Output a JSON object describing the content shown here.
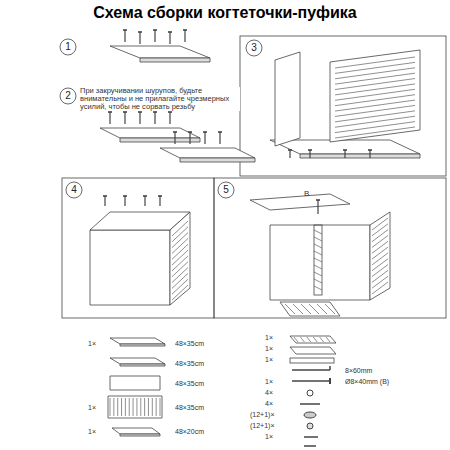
{
  "diagram": {
    "title": "Схема сборки когтеточки-пуфика",
    "nodes": [
      {
        "text": [
          "1"
        ]
      },
      {
        "text": [
          "2"
        ]
      },
      {
        "text": [
          "3"
        ]
      },
      {
        "text": [
          "4"
        ]
      },
      {
        "text": [
          "5"
        ]
      }
    ],
    "labels": [
      "При закручивании шурупов, будьте внимательны и не прилагайте чрезмерных усилий, чтобы не сорвать резьбу",
      "B",
      "1×",
      "48×35cm",
      "48×35cm",
      "48×35cm",
      "1×",
      "48×35cm",
      "1×",
      "48×20cm",
      "1×",
      "1×",
      "1×",
      "8×60mm",
      "1×",
      "Ø8×40mm (B)",
      "4×",
      "4×",
      "(12+1)×",
      "(12+1)×",
      "1×"
    ]
  }
}
